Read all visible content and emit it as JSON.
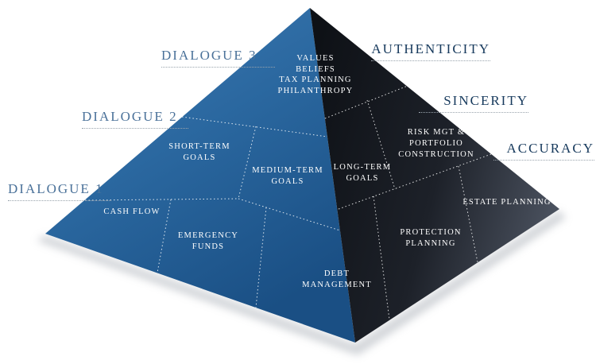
{
  "pyramid": {
    "dialogue_labels": {
      "dialogue3": "DIALOGUE 3",
      "dialogue2": "DIALOGUE 2",
      "dialogue1": "DIALOGUE 1"
    },
    "attribute_labels": {
      "authenticity": "AUTHENTICITY",
      "sincerity": "SINCERITY",
      "accuracy": "ACCURACY"
    },
    "left_face": {
      "values": "VALUES\nBELIEFS\nTAX PLANNING\nPHILANTHROPY",
      "short_term": "SHORT-TERM\nGOALS",
      "medium_term": "MEDIUM-TERM\nGOALS",
      "cash_flow": "CASH FLOW",
      "emergency_funds": "EMERGENCY\nFUNDS"
    },
    "right_face": {
      "risk_mgt": "RISK MGT &\nPORTFOLIO\nCONSTRUCTION",
      "long_term": "LONG-TERM\nGOALS",
      "estate_planning": "ESTATE PLANNING",
      "protection_planning": "PROTECTION\nPLANNING",
      "debt_management": "DEBT\nMANAGEMENT"
    },
    "colors": {
      "left_face_top": "#3f7db6",
      "left_face_mid": "#2a679f",
      "left_face_bottom": "#1a4f84",
      "right_face_dark": "#0e1116",
      "right_face_mid": "#1d2129",
      "right_face_light": "#4a515e",
      "dialogue_text": "#4a7199",
      "attribute_text": "#16395c",
      "section_text": "#ffffff"
    }
  }
}
